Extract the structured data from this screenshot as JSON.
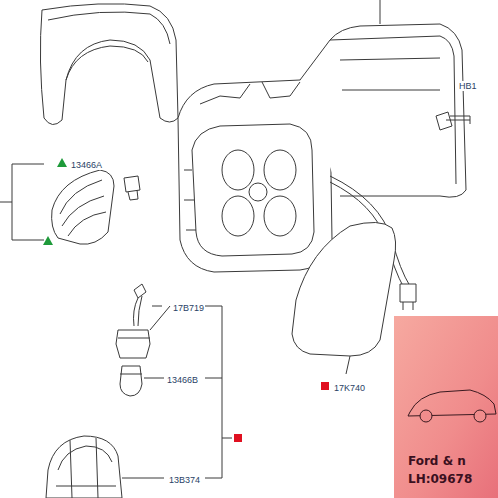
{
  "diagram": {
    "labels": [
      "13466A",
      "HB1",
      "17B719",
      "13466B",
      "13B374",
      "17K740",
      "Ford & n",
      "LH:09678"
    ]
  }
}
